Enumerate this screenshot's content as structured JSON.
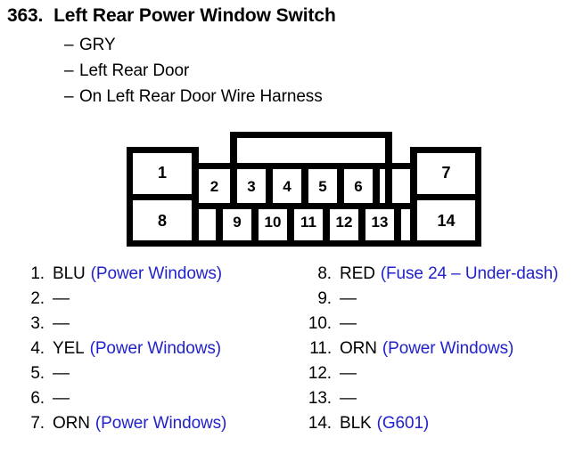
{
  "header": {
    "number": "363.",
    "title": "Left Rear Power Window Switch",
    "sublines": [
      "GRY",
      "Left Rear Door",
      "On Left Rear Door Wire Harness"
    ],
    "dash": "–"
  },
  "connector": {
    "name": "14-pin connector pinout diagram",
    "top_row_labels": [
      "1",
      "2",
      "3",
      "4",
      "5",
      "6",
      "7"
    ],
    "bottom_row_labels": [
      "8",
      "9",
      "10",
      "11",
      "12",
      "13",
      "14"
    ],
    "locking_tab": "top-locking-tab"
  },
  "colors": {
    "ink": "#000000",
    "description": "#2222cc",
    "background": "#ffffff"
  },
  "pins": {
    "left_column": [
      {
        "index": "1.",
        "wire": "BLU",
        "desc": "(Power Windows)"
      },
      {
        "index": "2.",
        "wire": "—",
        "desc": ""
      },
      {
        "index": "3.",
        "wire": "—",
        "desc": ""
      },
      {
        "index": "4.",
        "wire": "YEL",
        "desc": "(Power Windows)"
      },
      {
        "index": "5.",
        "wire": "—",
        "desc": ""
      },
      {
        "index": "6.",
        "wire": "—",
        "desc": ""
      },
      {
        "index": "7.",
        "wire": "ORN",
        "desc": "(Power Windows)"
      }
    ],
    "right_column": [
      {
        "index": "8.",
        "wire": "RED",
        "desc": "(Fuse 24 – Under-dash)"
      },
      {
        "index": "9.",
        "wire": "—",
        "desc": ""
      },
      {
        "index": "10.",
        "wire": "—",
        "desc": ""
      },
      {
        "index": "11.",
        "wire": "ORN",
        "desc": "(Power Windows)"
      },
      {
        "index": "12.",
        "wire": "—",
        "desc": ""
      },
      {
        "index": "13.",
        "wire": "—",
        "desc": ""
      },
      {
        "index": "14.",
        "wire": "BLK",
        "desc": "(G601)"
      }
    ]
  }
}
